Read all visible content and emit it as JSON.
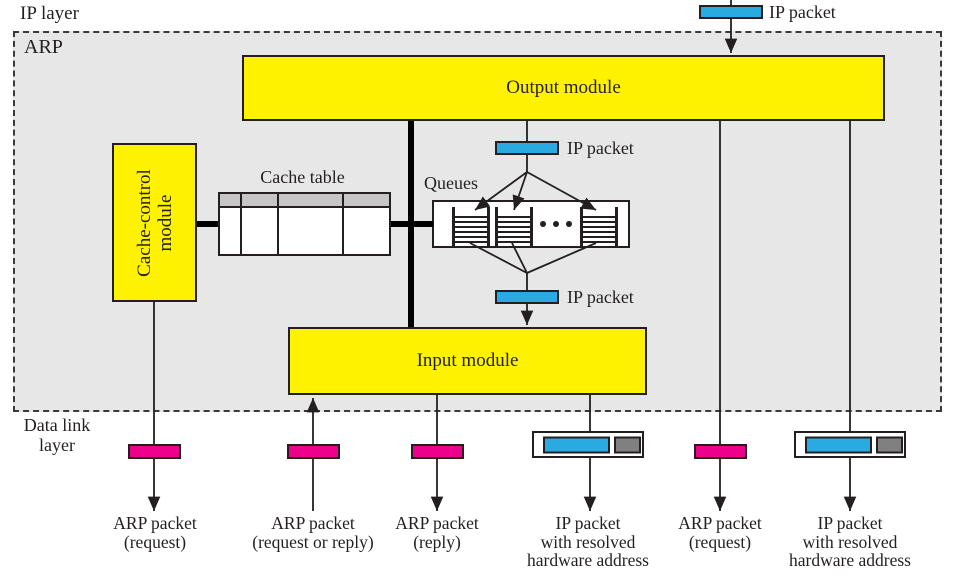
{
  "layers": {
    "ip_layer": "IP layer",
    "arp": "ARP",
    "data_link": {
      "line1": "Data link",
      "line2": "layer"
    }
  },
  "modules": {
    "output": "Output module",
    "input": "Input module",
    "cache_control": {
      "line1": "Cache-control",
      "line2": "module"
    },
    "cache_table_title": "Cache table",
    "queues_title": "Queues"
  },
  "packet_labels": {
    "top": "IP packet",
    "below_output": "IP packet",
    "above_input": "IP packet"
  },
  "bottom_labels": [
    {
      "lines": [
        "ARP packet",
        "(request)"
      ]
    },
    {
      "lines": [
        "ARP packet",
        "(request or reply)"
      ]
    },
    {
      "lines": [
        "ARP packet",
        "(reply)"
      ]
    },
    {
      "lines": [
        "IP packet",
        "with resolved",
        "hardware address"
      ]
    },
    {
      "lines": [
        "ARP packet",
        "(request)"
      ]
    },
    {
      "lines": [
        "IP packet",
        "with resolved",
        "hardware address"
      ]
    }
  ],
  "colors": {
    "module_yellow": "#FFF200",
    "ip_packet_blue": "#29ABE2",
    "arp_packet_magenta": "#EC008C",
    "arp_region_gray": "#E7E7E7",
    "table_header_gray": "#C6C6C6",
    "resolved_hw_gray": "#808080",
    "line_black": "#231F20"
  }
}
